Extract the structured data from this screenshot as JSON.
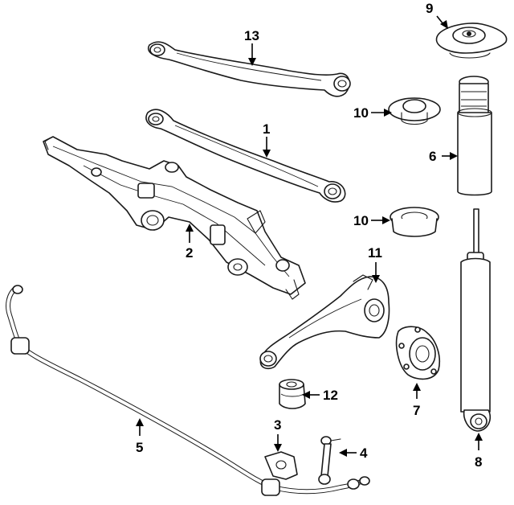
{
  "callouts": {
    "c1": "1",
    "c2": "2",
    "c3": "3",
    "c4": "4",
    "c5": "5",
    "c6": "6",
    "c7": "7",
    "c8": "8",
    "c9": "9",
    "c10a": "10",
    "c10b": "10",
    "c11": "11",
    "c12": "12",
    "c13": "13"
  }
}
